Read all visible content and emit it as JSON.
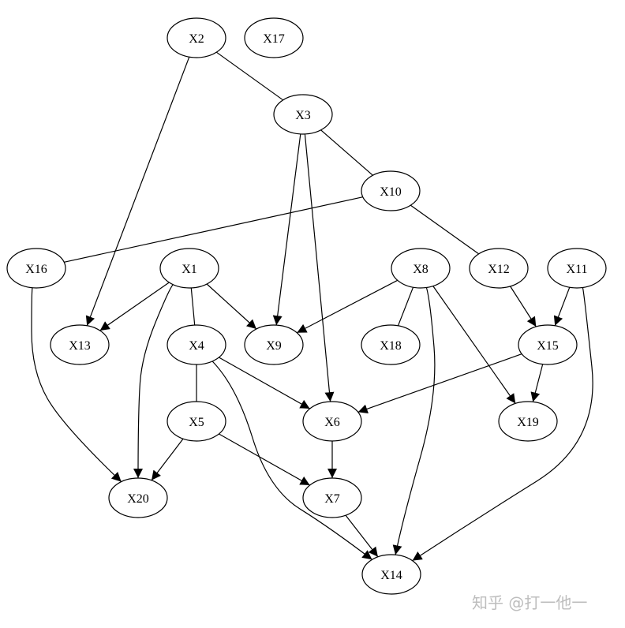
{
  "nodes": [
    {
      "id": "X2",
      "label": "X2"
    },
    {
      "id": "X17",
      "label": "X17"
    },
    {
      "id": "X3",
      "label": "X3"
    },
    {
      "id": "X10",
      "label": "X10"
    },
    {
      "id": "X16",
      "label": "X16"
    },
    {
      "id": "X1",
      "label": "X1"
    },
    {
      "id": "X8",
      "label": "X8"
    },
    {
      "id": "X12",
      "label": "X12"
    },
    {
      "id": "X11",
      "label": "X11"
    },
    {
      "id": "X13",
      "label": "X13"
    },
    {
      "id": "X4",
      "label": "X4"
    },
    {
      "id": "X9",
      "label": "X9"
    },
    {
      "id": "X18",
      "label": "X18"
    },
    {
      "id": "X15",
      "label": "X15"
    },
    {
      "id": "X5",
      "label": "X5"
    },
    {
      "id": "X6",
      "label": "X6"
    },
    {
      "id": "X19",
      "label": "X19"
    },
    {
      "id": "X20",
      "label": "X20"
    },
    {
      "id": "X7",
      "label": "X7"
    },
    {
      "id": "X14",
      "label": "X14"
    }
  ],
  "edges": [
    {
      "from": "X2",
      "to": "X3",
      "directed": false
    },
    {
      "from": "X2",
      "to": "X13",
      "directed": true
    },
    {
      "from": "X3",
      "to": "X10",
      "directed": false
    },
    {
      "from": "X3",
      "to": "X9",
      "directed": true
    },
    {
      "from": "X3",
      "to": "X6",
      "directed": true
    },
    {
      "from": "X10",
      "to": "X16",
      "directed": false
    },
    {
      "from": "X10",
      "to": "X12",
      "directed": false
    },
    {
      "from": "X1",
      "to": "X13",
      "directed": true
    },
    {
      "from": "X1",
      "to": "X9",
      "directed": true
    },
    {
      "from": "X1",
      "to": "X4",
      "directed": false
    },
    {
      "from": "X1",
      "to": "X20",
      "directed": true
    },
    {
      "from": "X8",
      "to": "X9",
      "directed": true
    },
    {
      "from": "X8",
      "to": "X18",
      "directed": false
    },
    {
      "from": "X8",
      "to": "X19",
      "directed": true
    },
    {
      "from": "X8",
      "to": "X14",
      "directed": true
    },
    {
      "from": "X12",
      "to": "X15",
      "directed": true
    },
    {
      "from": "X11",
      "to": "X15",
      "directed": true
    },
    {
      "from": "X11",
      "to": "X14",
      "directed": true
    },
    {
      "from": "X15",
      "to": "X6",
      "directed": true
    },
    {
      "from": "X15",
      "to": "X19",
      "directed": true
    },
    {
      "from": "X16",
      "to": "X20",
      "directed": true
    },
    {
      "from": "X4",
      "to": "X5",
      "directed": false
    },
    {
      "from": "X4",
      "to": "X6",
      "directed": true
    },
    {
      "from": "X4",
      "to": "X14",
      "directed": true
    },
    {
      "from": "X5",
      "to": "X20",
      "directed": true
    },
    {
      "from": "X5",
      "to": "X7",
      "directed": true
    },
    {
      "from": "X6",
      "to": "X7",
      "directed": true
    },
    {
      "from": "X7",
      "to": "X14",
      "directed": true
    }
  ],
  "watermark": "知乎 @打一他一"
}
